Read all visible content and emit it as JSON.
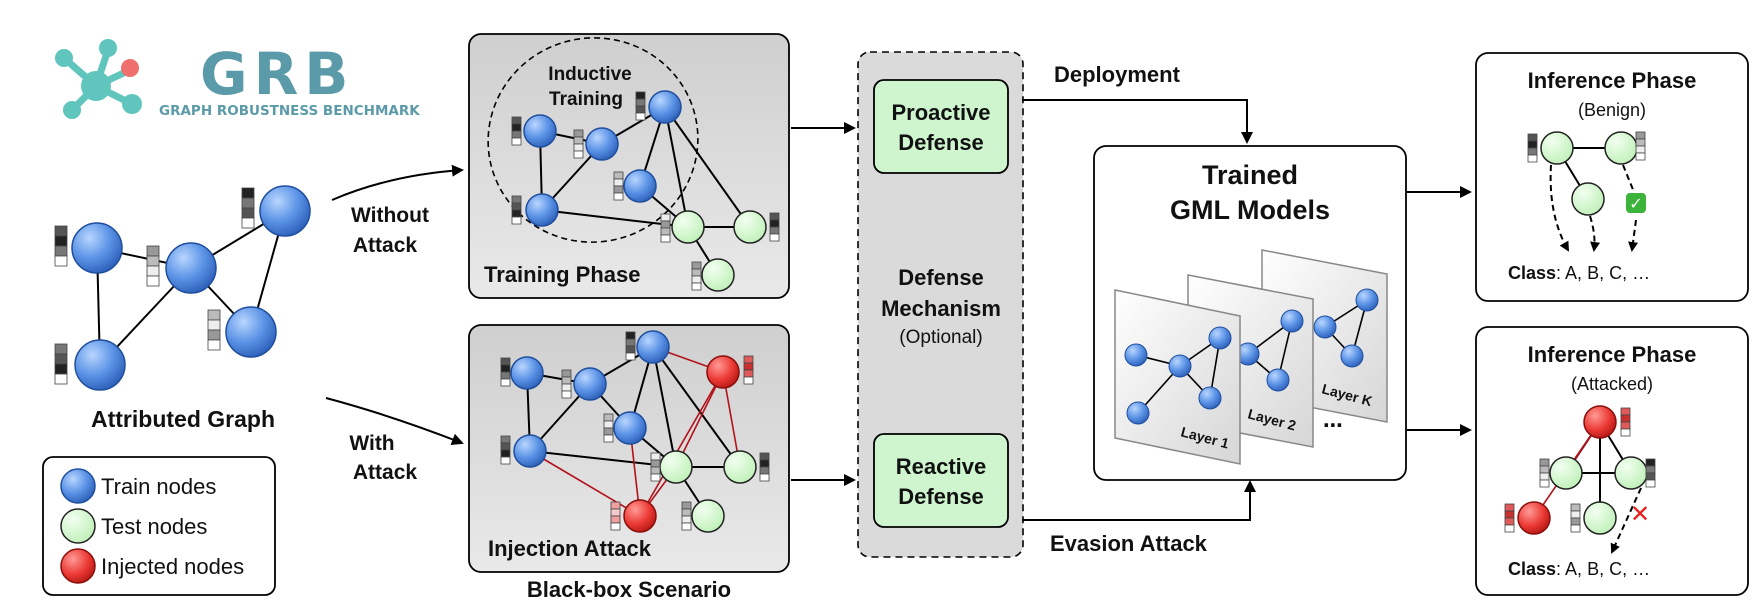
{
  "logo": {
    "letters": "GRB",
    "subtitle": "GRAPH ROBUSTNESS BENCHMARK",
    "color": "#5b9aa8",
    "accent": "#ef6f6f"
  },
  "attributed_graph": {
    "label": "Attributed Graph"
  },
  "legend": {
    "items": [
      {
        "label": "Train nodes",
        "color": "#4a86dc"
      },
      {
        "label": "Test nodes",
        "color": "#c9f5c4"
      },
      {
        "label": "Injected nodes",
        "color": "#e8302c"
      }
    ]
  },
  "arrows": {
    "without_attack_1": "Without",
    "without_attack_2": "Attack",
    "with_attack_1": "With",
    "with_attack_2": "Attack"
  },
  "training": {
    "inductive_1": "Inductive",
    "inductive_2": "Training",
    "phase_label": "Training Phase"
  },
  "injection": {
    "phase_label": "Injection Attack",
    "scenario_label": "Black-box Scenario"
  },
  "defense": {
    "proactive_1": "Proactive",
    "proactive_2": "Defense",
    "mechanism_1": "Defense",
    "mechanism_2": "Mechanism",
    "optional": "(Optional)",
    "reactive_1": "Reactive",
    "reactive_2": "Defense"
  },
  "flows": {
    "deployment": "Deployment",
    "evasion": "Evasion Attack"
  },
  "models": {
    "title_1": "Trained",
    "title_2": "GML Models",
    "layer_1": "Layer 1",
    "layer_2": "Layer 2",
    "layer_k": "Layer K",
    "ellipsis": "⋯"
  },
  "inference_benign": {
    "title": "Inference Phase",
    "subtitle": "(Benign)",
    "class_label": "Class",
    "class_values": ": A, B, C, …",
    "check": "✓"
  },
  "inference_attacked": {
    "title": "Inference Phase",
    "subtitle": "(Attacked)",
    "class_label": "Class",
    "class_values": ": A, B, C, …",
    "cross": "✕"
  }
}
